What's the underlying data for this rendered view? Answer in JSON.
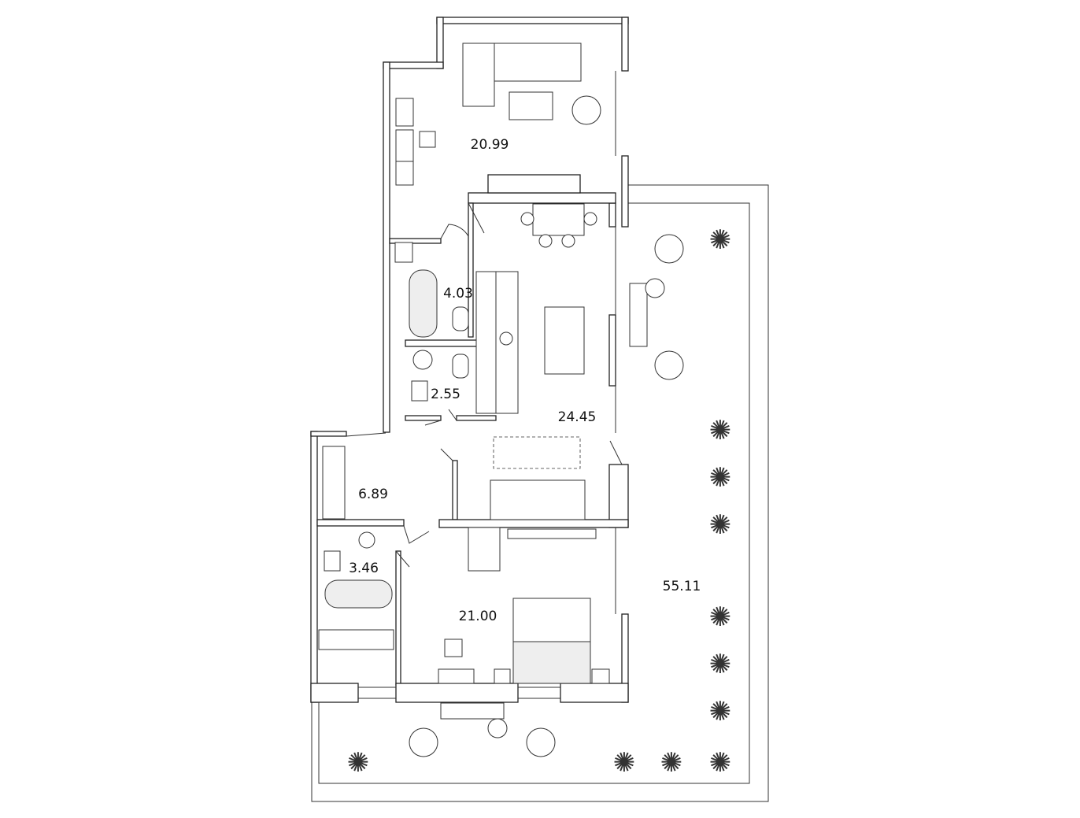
{
  "plan": {
    "rooms": [
      {
        "id": "living-room-top",
        "area": "20.99"
      },
      {
        "id": "bathroom-1",
        "area": "4.03"
      },
      {
        "id": "bathroom-2",
        "area": "2.55"
      },
      {
        "id": "kitchen-living",
        "area": "24.45"
      },
      {
        "id": "hallway",
        "area": "6.89"
      },
      {
        "id": "bathroom-3",
        "area": "3.46"
      },
      {
        "id": "bedroom",
        "area": "21.00"
      },
      {
        "id": "terrace",
        "area": "55.11"
      }
    ]
  }
}
